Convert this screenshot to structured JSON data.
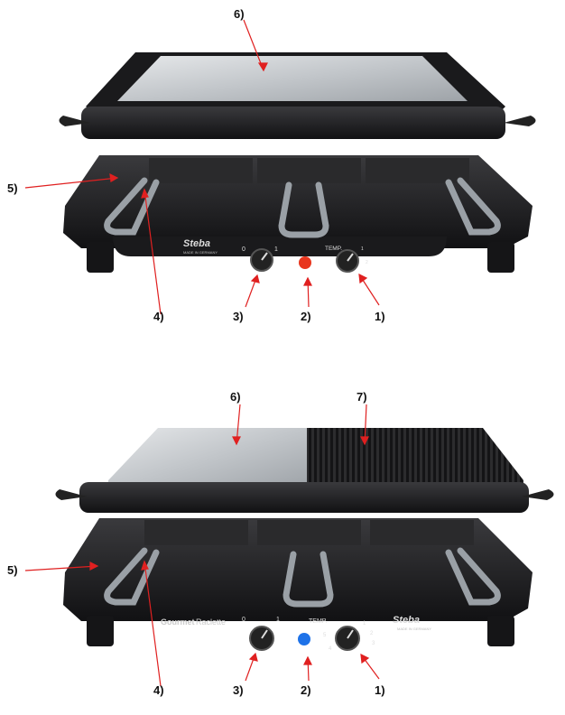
{
  "diagram_top": {
    "callouts": [
      "6)",
      "5)",
      "4)",
      "3)",
      "2)",
      "1)"
    ],
    "brand": "Steba",
    "brand_sub": "MADE IN GERMANY",
    "switch_labels": {
      "off": "0",
      "on": "1"
    },
    "temp_label": "TEMP.",
    "temp_scale": [
      "1",
      "2"
    ],
    "lamp_color": "#e8361e"
  },
  "diagram_bottom": {
    "callouts": [
      "6)",
      "7)",
      "5)",
      "4)",
      "3)",
      "2)",
      "1)"
    ],
    "model_label_bold": "Gourmet",
    "model_label_regular": "Raclette",
    "brand": "Steba",
    "brand_sub": "MADE IN GERMANY",
    "switch_labels": {
      "off": "0",
      "on": "1"
    },
    "temp_label": "TEMP.",
    "temp_scale": [
      "1",
      "2",
      "3",
      "4",
      "5"
    ],
    "lamp_color": "#1e72e8"
  },
  "colors": {
    "arrow": "#e02020",
    "body": "#1c1c1e",
    "steel": "#c9ccd0"
  }
}
